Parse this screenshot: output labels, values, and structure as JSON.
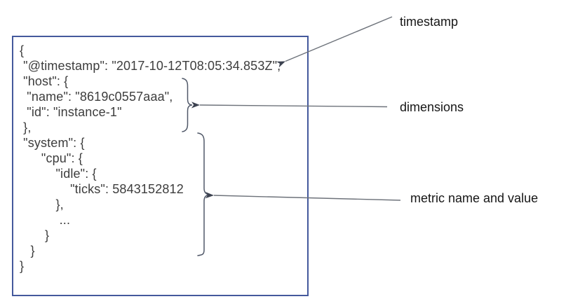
{
  "code": {
    "lines": [
      "{",
      " \"@timestamp\": \"2017-10-12T08:05:34.853Z\",",
      " \"host\": {",
      "  \"name\": \"8619c0557aaa\",",
      "  \"id\": \"instance-1\"",
      " },",
      " \"system\": {",
      "      \"cpu\": {",
      "          \"idle\": {",
      "              \"ticks\": 5843152812",
      "          },",
      "           ...",
      "       }",
      "   }",
      "}"
    ]
  },
  "labels": {
    "timestamp": "timestamp",
    "dimensions": "dimensions",
    "metric": "metric name and value"
  },
  "colors": {
    "box_border": "#44599c",
    "code_text": "#3d3d3d",
    "label_text": "#161616",
    "arrow_line": "#6d727a",
    "arrow_head": "#3c4250",
    "brace": "#505868"
  }
}
